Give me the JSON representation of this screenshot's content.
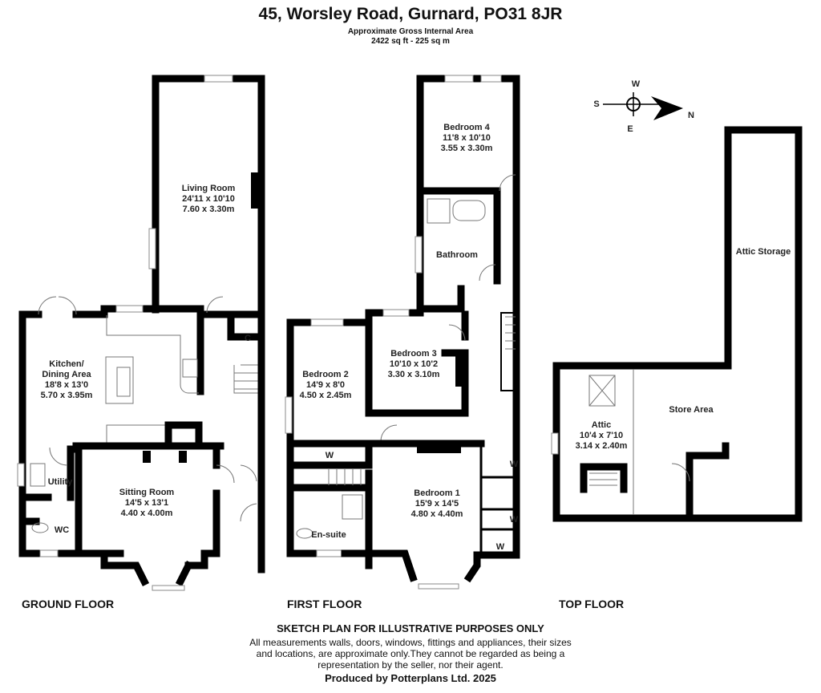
{
  "header": {
    "title": "45, Worsley Road, Gurnard, PO31 8JR",
    "subtitle": "Approximate Gross Internal Area",
    "area": "2422 sq ft - 225 sq m"
  },
  "compass": {
    "w": "W",
    "s": "S",
    "e": "E",
    "n": "N"
  },
  "floors": {
    "ground": {
      "label": "GROUND FLOOR",
      "rooms": {
        "living": {
          "name": "Living Room",
          "imperial": "24'11 x 10'10",
          "metric": "7.60 x 3.30m"
        },
        "kitchen": {
          "name1": "Kitchen/",
          "name2": "Dining Area",
          "imperial": "18'8 x 13'0",
          "metric": "5.70 x 3.95m"
        },
        "sitting": {
          "name": "Sitting Room",
          "imperial": "14'5 x 13'1",
          "metric": "4.40 x 4.00m"
        },
        "utility": {
          "name": "Utility"
        },
        "wc": {
          "name": "WC"
        },
        "cupboard": {
          "name": "C"
        }
      }
    },
    "first": {
      "label": "FIRST FLOOR",
      "rooms": {
        "bedroom4": {
          "name": "Bedroom 4",
          "imperial": "11'8 x 10'10",
          "metric": "3.55 x 3.30m"
        },
        "bathroom": {
          "name": "Bathroom"
        },
        "bedroom3": {
          "name": "Bedroom 3",
          "imperial": "10'10 x 10'2",
          "metric": "3.30 x 3.10m"
        },
        "bedroom2": {
          "name": "Bedroom 2",
          "imperial": "14'9 x 8'0",
          "metric": "4.50 x 2.45m"
        },
        "bedroom1": {
          "name": "Bedroom 1",
          "imperial": "15'9 x 14'5",
          "metric": "4.80 x 4.40m"
        },
        "ensuite": {
          "name": "En-suite"
        },
        "wardrobe": {
          "name": "W"
        }
      }
    },
    "top": {
      "label": "TOP FLOOR",
      "rooms": {
        "attic_storage": {
          "name": "Attic Storage"
        },
        "attic": {
          "name": "Attic",
          "imperial": "10'4 x 7'10",
          "metric": "3.14 x 2.40m"
        },
        "store": {
          "name": "Store Area"
        }
      }
    }
  },
  "footer": {
    "heading": "SKETCH PLAN FOR ILLUSTRATIVE PURPOSES ONLY",
    "line1": "All measurements walls, doors, windows, fittings and appliances, their sizes",
    "line2": "and locations, are approximate only.They cannot be regarded as being a",
    "line3": "representation by the seller, nor their agent.",
    "credit": "Produced by Potterplans Ltd. 2025"
  }
}
